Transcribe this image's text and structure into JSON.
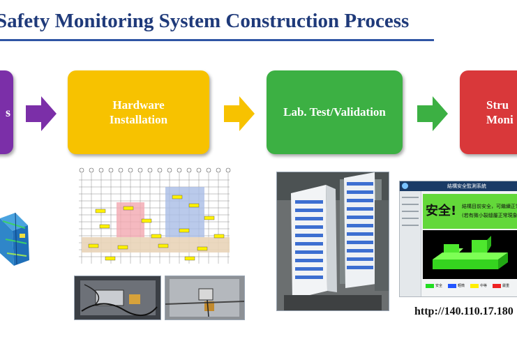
{
  "title": "Safety Monitoring System Construction Process",
  "steps": [
    {
      "label_lines": [
        "s"
      ],
      "color": "#7b2fa8"
    },
    {
      "label_lines": [
        "Hardware",
        "Installation"
      ],
      "color": "#f7c200"
    },
    {
      "label_lines": [
        "Lab. Test/Validation"
      ],
      "color": "#3cb043"
    },
    {
      "label_lines": [
        "Stru",
        "Moni"
      ],
      "color": "#d9383a"
    }
  ],
  "arrow_colors": [
    "#7b2fa8",
    "#f7c200",
    "#3cb043"
  ],
  "screen": {
    "header_title": "結構安全監測系統",
    "status_title": "安全!",
    "status_line1": "結構目前安全，可繼續正常使用",
    "status_line2": "(若有微小裂縫屬正常現象)",
    "legend": [
      "安全",
      "輕微",
      "中等",
      "嚴重"
    ],
    "legend_colors": [
      "#22dd22",
      "#2255ff",
      "#ffee00",
      "#ee2222"
    ]
  },
  "url": "http://140.110.17.180"
}
